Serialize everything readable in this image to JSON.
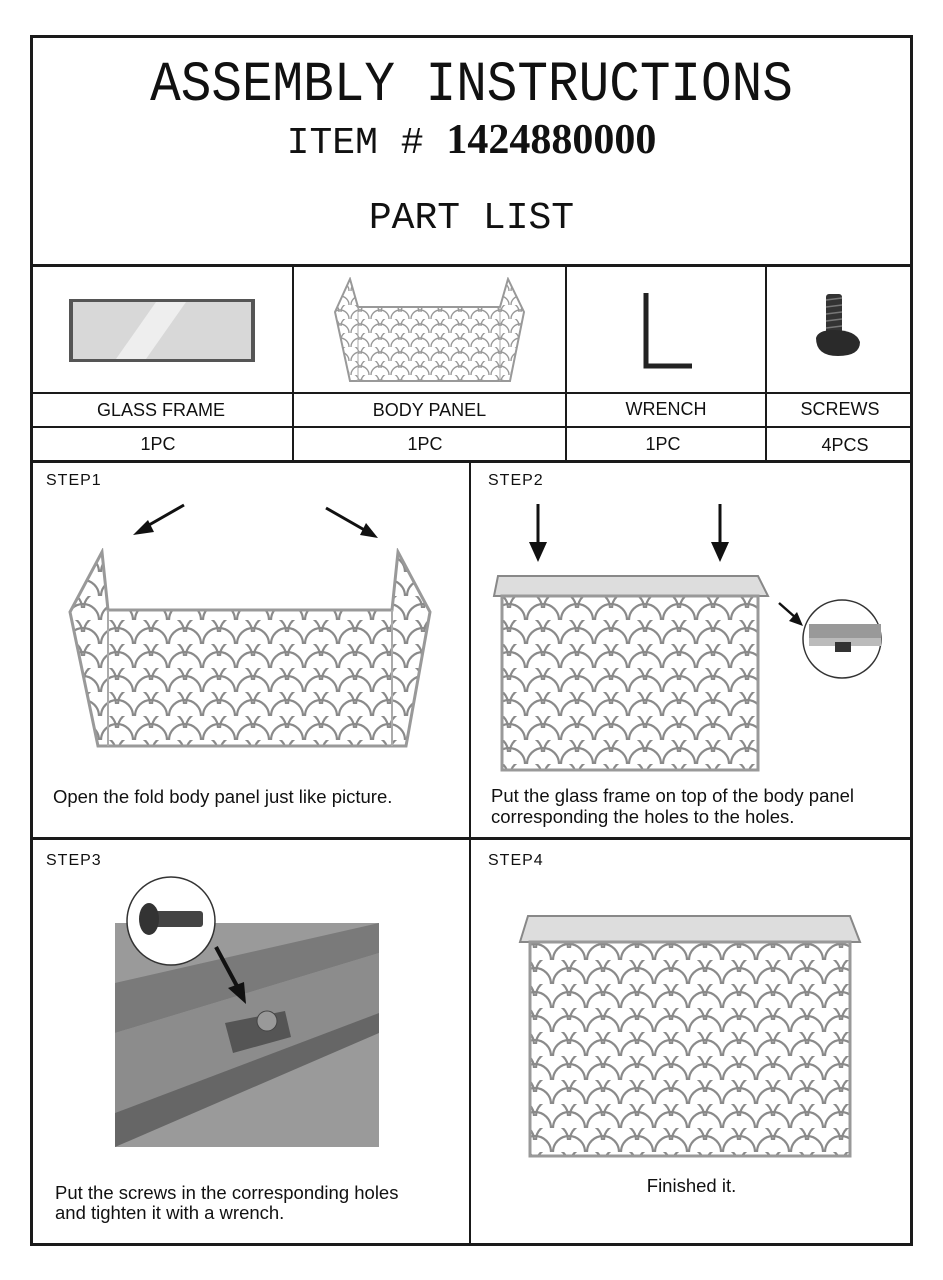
{
  "header": {
    "title": "ASSEMBLY INSTRUCTIONS",
    "item_prefix": "ITEM #",
    "item_number": "1424880000",
    "part_list_title": "PART LIST"
  },
  "parts": [
    {
      "name": "GLASS FRAME",
      "qty": "1PC",
      "icon": "glass-frame-image"
    },
    {
      "name": "BODY PANEL",
      "qty": "1PC",
      "icon": "body-panel-image"
    },
    {
      "name": "WRENCH",
      "qty": "1PC",
      "icon": "wrench-image"
    },
    {
      "name": "SCREWS",
      "qty": "4PCS",
      "icon": "screw-image"
    }
  ],
  "steps": [
    {
      "label": "STEP1",
      "text": "Open the fold body panel just like picture."
    },
    {
      "label": "STEP2",
      "text_line1": "Put the glass frame on top of the body panel",
      "text_line2": "corresponding the holes to the holes."
    },
    {
      "label": "STEP3",
      "text_line1": "Put the screws in the corresponding holes",
      "text_line2": "and tighten it with a wrench."
    },
    {
      "label": "STEP4",
      "text": "Finished it."
    }
  ]
}
